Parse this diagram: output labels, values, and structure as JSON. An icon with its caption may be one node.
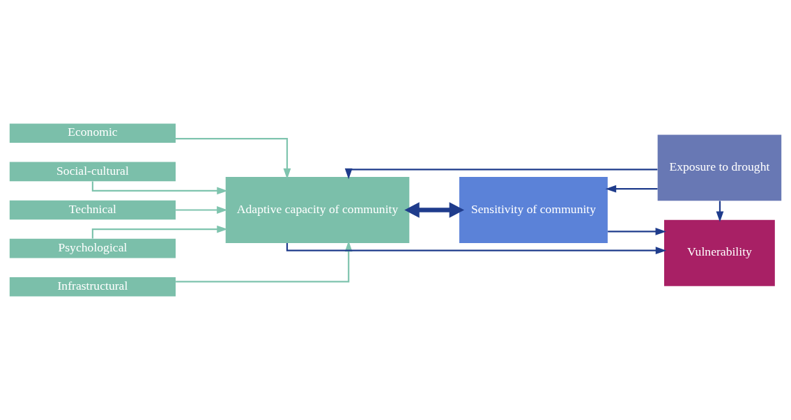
{
  "diagram": {
    "nodes": [
      {
        "text": [
          "Economic"
        ]
      },
      {
        "text": [
          "Social-cultural"
        ]
      },
      {
        "text": [
          "Technical"
        ]
      },
      {
        "text": [
          "Psychological"
        ]
      },
      {
        "text": [
          "Infrastructural"
        ]
      },
      {
        "text": [
          "Exposure to drought"
        ]
      },
      {
        "text": [
          "Adaptive capacity of community"
        ]
      },
      {
        "text": [
          "Sensitivity of community"
        ]
      },
      {
        "text": [
          "Vulnerability"
        ]
      }
    ],
    "edges": [
      {
        "from": 0,
        "to": 6,
        "arrow": "to",
        "color": "#7fc4ae"
      },
      {
        "from": 1,
        "to": 6,
        "arrow": "to",
        "color": "#7fc4ae"
      },
      {
        "from": 2,
        "to": 6,
        "arrow": "to",
        "color": "#7fc4ae"
      },
      {
        "from": 3,
        "to": 6,
        "arrow": "to",
        "color": "#7fc4ae"
      },
      {
        "from": 4,
        "to": 6,
        "arrow": "to",
        "color": "#7fc4ae"
      },
      {
        "from": 5,
        "to": 6,
        "arrow": "to"
      },
      {
        "from": 5,
        "to": 7,
        "arrow": "to"
      },
      {
        "from": 5,
        "to": 8,
        "arrow": "to"
      },
      {
        "from": 6,
        "to": 7,
        "arrow": "both",
        "style": "thick"
      },
      {
        "from": 6,
        "to": 8,
        "arrow": "to"
      },
      {
        "from": 7,
        "to": 8,
        "arrow": "to"
      }
    ]
  }
}
